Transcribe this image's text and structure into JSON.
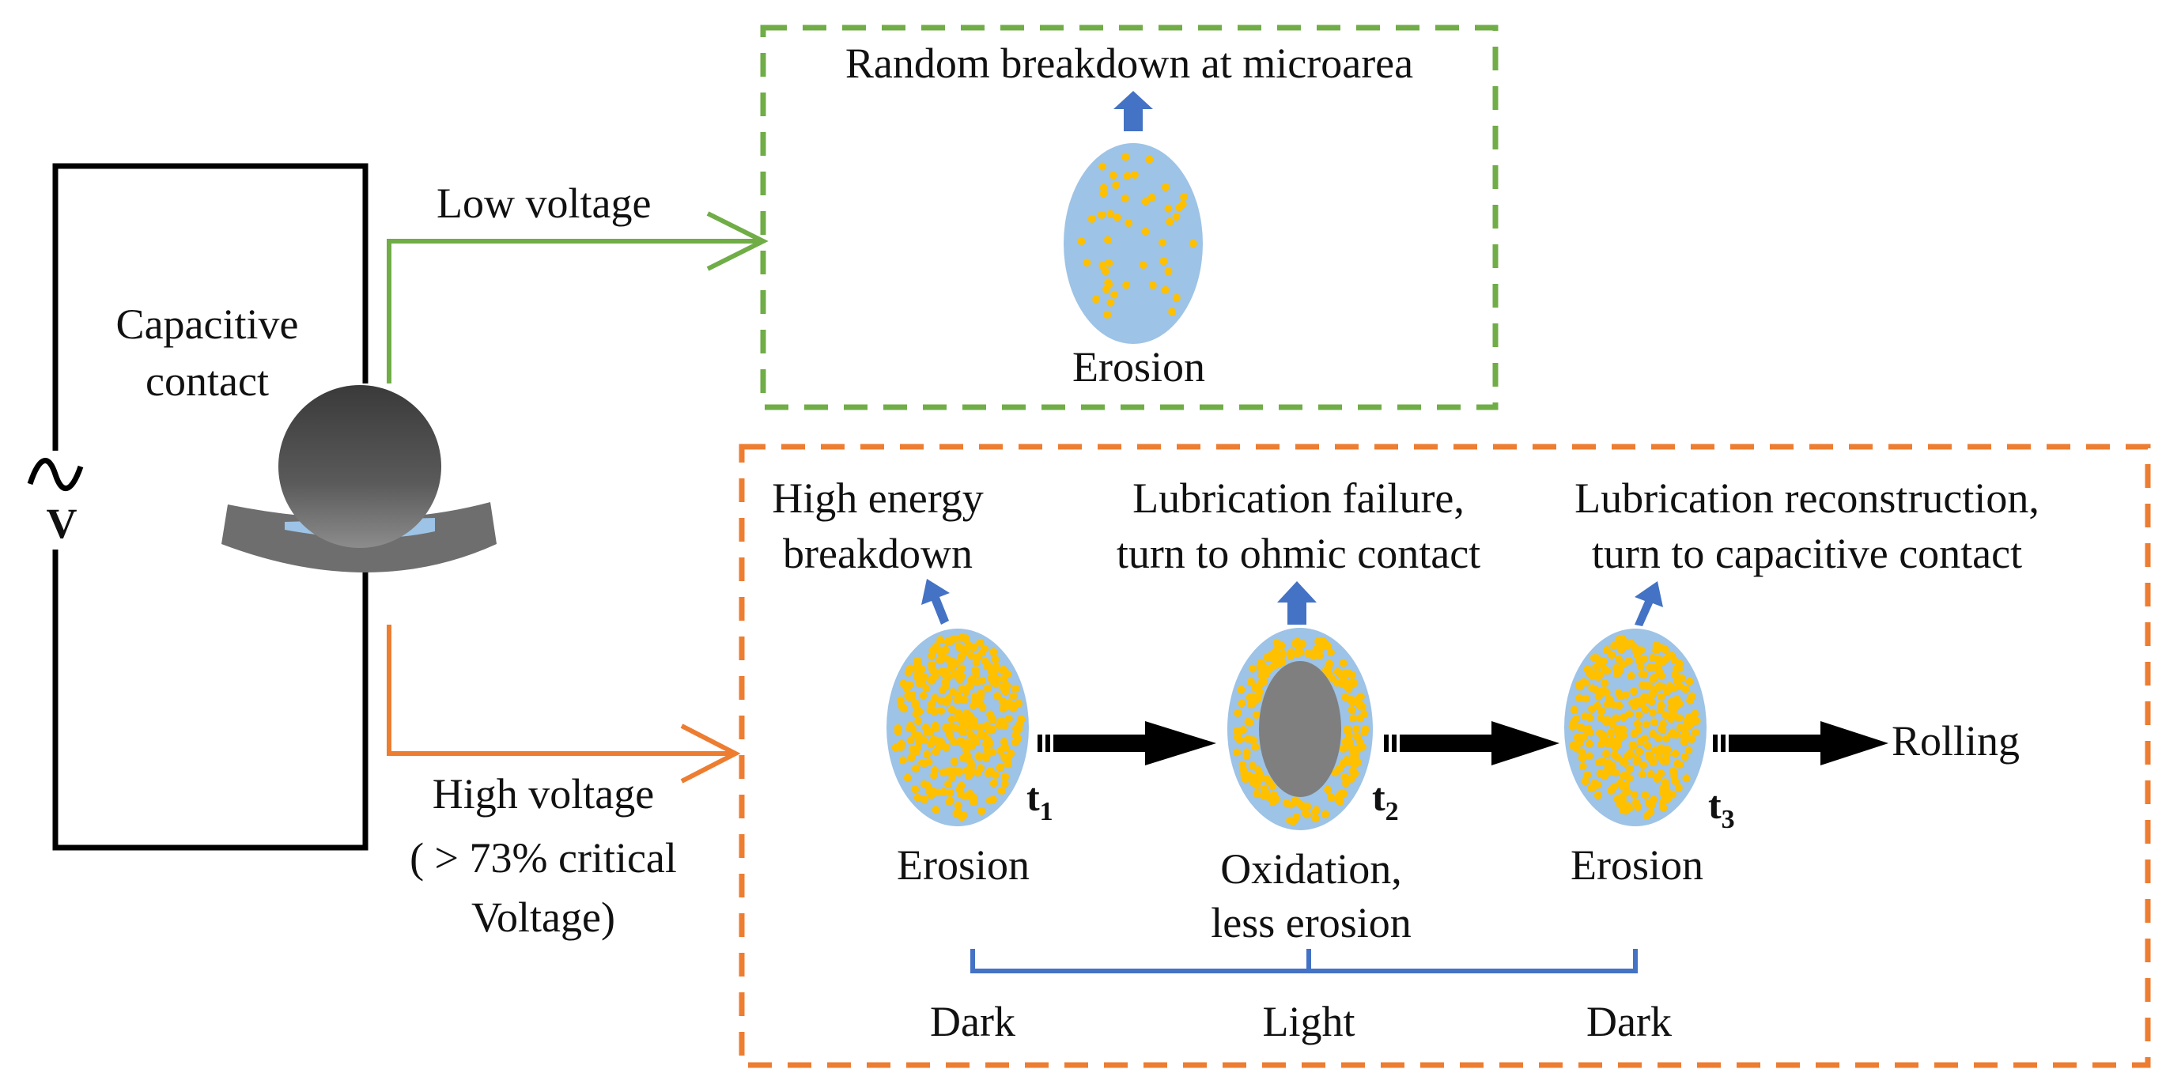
{
  "circuit": {
    "source_symbol": "~",
    "source_label": "V",
    "contact_line1": "Capacitive",
    "contact_line2": "contact"
  },
  "low_branch": {
    "label": "Low voltage",
    "result_label": "Random breakdown at microarea",
    "spot_caption": "Erosion"
  },
  "high_branch": {
    "label_line1": "High voltage",
    "label_line2": "( > 73% critical",
    "label_line3": "Voltage)",
    "stages": [
      {
        "top_line1": "High energy",
        "top_line2": "breakdown",
        "bottom_line1": "Erosion",
        "bottom_line2": "",
        "time": "t",
        "time_sub": "1",
        "appearance": "Dark"
      },
      {
        "top_line1": "Lubrication failure,",
        "top_line2": "turn to ohmic contact",
        "bottom_line1": "Oxidation,",
        "bottom_line2": "less erosion",
        "time": "t",
        "time_sub": "2",
        "appearance": "Light"
      },
      {
        "top_line1": "Lubrication reconstruction,",
        "top_line2": "turn to capacitive contact",
        "bottom_line1": "Erosion",
        "bottom_line2": "",
        "time": "t",
        "time_sub": "3",
        "appearance": "Dark"
      }
    ],
    "end_label": "Rolling"
  },
  "colors": {
    "green": "#70ad47",
    "orange": "#ed7d31",
    "blue_arrow": "#4472c4",
    "spot_blue": "#9dc3e6",
    "particle": "#ffc000",
    "ball": "#595959",
    "race": "#6e6e6e",
    "oxide": "#7f7f7f"
  }
}
